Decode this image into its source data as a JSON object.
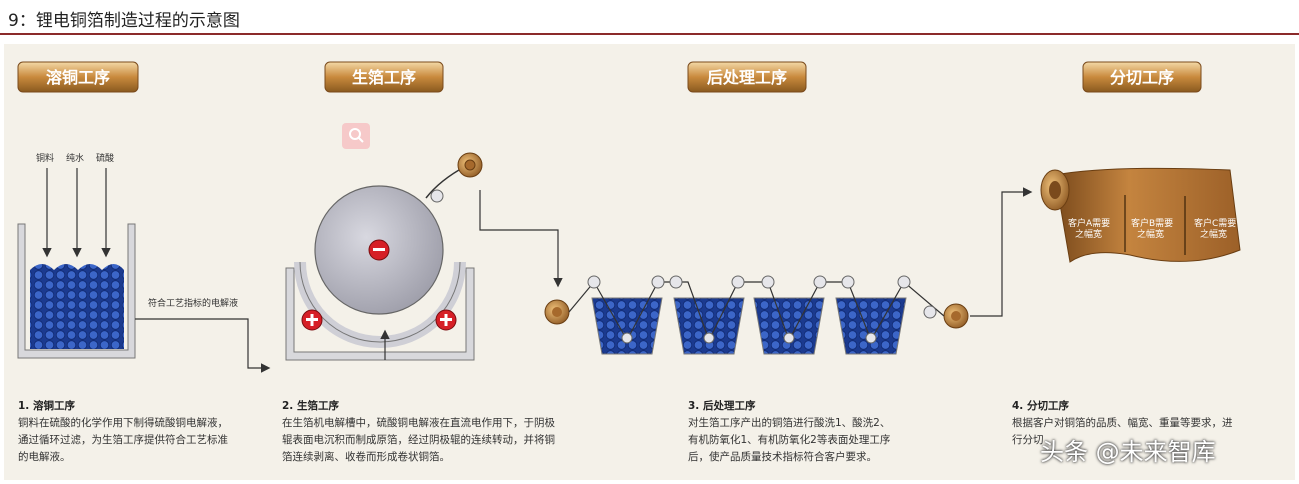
{
  "figure_title": "9：锂电铜箔制造过程的示意图",
  "stages": [
    {
      "title": "溶铜工序",
      "desc_title": "1. 溶铜工序",
      "desc_lines": [
        "铜料在硫酸的化学作用下制得硫酸铜电解液，",
        "通过循环过滤，为生箔工序提供符合工艺标准",
        "的电解液。"
      ]
    },
    {
      "title": "生箔工序",
      "desc_title": "2. 生箔工序",
      "desc_lines": [
        "在生箔机电解槽中，硫酸铜电解液在直流电作用下，于阴极",
        "辊表面电沉积而制成原箔，经过阴极辊的连续转动，并将铜",
        "箔连续剥离、收卷而形成卷状铜箔。"
      ]
    },
    {
      "title": "后处理工序",
      "desc_title": "3. 后处理工序",
      "desc_lines": [
        "对生箔工序产出的铜箔进行酸洗1、酸洗2、",
        "有机防氧化1、有机防氧化2等表面处理工序",
        "后，使产品质量技术指标符合客户要求。"
      ]
    },
    {
      "title": "分切工序",
      "desc_title": "4. 分切工序",
      "desc_lines": [
        "根据客户对铜箔的品质、幅宽、重量等要求，进",
        "行分切"
      ]
    }
  ],
  "inputs": [
    "铜料",
    "纯水",
    "硫酸"
  ],
  "electrolyte_label": "符合工艺指标的电解液",
  "slit_labels": [
    [
      "客户A需要",
      "之幅宽"
    ],
    [
      "客户B需要",
      "之幅宽"
    ],
    [
      "客户C需要",
      "之幅宽"
    ]
  ],
  "watermark": "头条 @未来智库",
  "colors": {
    "title_bar": "#8b2a2a",
    "copper": "#c98a3d",
    "blue": "#1f3f99",
    "red": "#d61f26"
  }
}
